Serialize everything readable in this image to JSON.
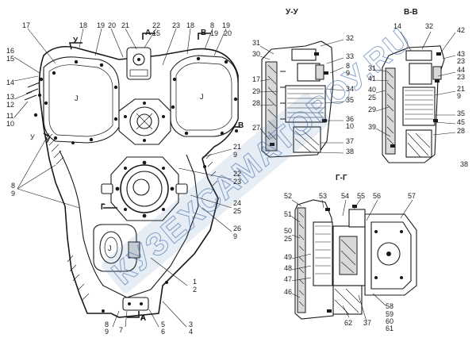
{
  "watermark": {
    "text": "КУЗЕХСАМАТОРОУ.RU",
    "color": "#3a6aa8"
  },
  "views": {
    "main": {
      "arrow_a": "А",
      "arrow_b": "В",
      "arrow_u": "У",
      "arrow_g": "Г"
    },
    "uu": {
      "title": "У-У"
    },
    "vv": {
      "title": "В-В"
    },
    "gg": {
      "title": "Г-Г"
    }
  },
  "callouts": {
    "main": [
      {
        "text": "17"
      },
      {
        "text": "18"
      },
      {
        "text": "19"
      },
      {
        "text": "20"
      },
      {
        "text": "21"
      },
      {
        "text": "22"
      },
      {
        "text": "15"
      },
      {
        "text": "23"
      },
      {
        "text": "18"
      },
      {
        "text": "8"
      },
      {
        "text": "19"
      },
      {
        "text": "19"
      },
      {
        "text": "20"
      },
      {
        "text": "16"
      },
      {
        "text": "15"
      },
      {
        "text": "14"
      },
      {
        "text": "13"
      },
      {
        "text": "12"
      },
      {
        "text": "11"
      },
      {
        "text": "10"
      },
      {
        "text": "У"
      },
      {
        "text": "8"
      },
      {
        "text": "9"
      },
      {
        "text": "21"
      },
      {
        "text": "9"
      },
      {
        "text": "22"
      },
      {
        "text": "23"
      },
      {
        "text": "24"
      },
      {
        "text": "25"
      },
      {
        "text": "26"
      },
      {
        "text": "9"
      },
      {
        "text": "1"
      },
      {
        "text": "2"
      },
      {
        "text": "8"
      },
      {
        "text": "9"
      },
      {
        "text": "7"
      },
      {
        "text": "5"
      },
      {
        "text": "6"
      },
      {
        "text": "3"
      },
      {
        "text": "4"
      },
      {
        "text": "Г"
      },
      {
        "text": "А"
      }
    ],
    "uu": [
      {
        "text": "31"
      },
      {
        "text": "30"
      },
      {
        "text": "32"
      },
      {
        "text": "33"
      },
      {
        "text": "8"
      },
      {
        "text": "9"
      },
      {
        "text": "17"
      },
      {
        "text": "34"
      },
      {
        "text": "29"
      },
      {
        "text": "35"
      },
      {
        "text": "28"
      },
      {
        "text": "36"
      },
      {
        "text": "10"
      },
      {
        "text": "27"
      },
      {
        "text": "37"
      },
      {
        "text": "38"
      }
    ],
    "vv": [
      {
        "text": "14"
      },
      {
        "text": "32"
      },
      {
        "text": "42"
      },
      {
        "text": "43"
      },
      {
        "text": "23"
      },
      {
        "text": "31"
      },
      {
        "text": "41"
      },
      {
        "text": "44"
      },
      {
        "text": "23"
      },
      {
        "text": "40"
      },
      {
        "text": "25"
      },
      {
        "text": "21"
      },
      {
        "text": "9"
      },
      {
        "text": "29"
      },
      {
        "text": "35"
      },
      {
        "text": "45"
      },
      {
        "text": "28"
      },
      {
        "text": "39"
      },
      {
        "text": "38"
      }
    ],
    "gg": [
      {
        "text": "52"
      },
      {
        "text": "53"
      },
      {
        "text": "54"
      },
      {
        "text": "55"
      },
      {
        "text": "56"
      },
      {
        "text": "57"
      },
      {
        "text": "51"
      },
      {
        "text": "50"
      },
      {
        "text": "25"
      },
      {
        "text": "49"
      },
      {
        "text": "48"
      },
      {
        "text": "47"
      },
      {
        "text": "46"
      },
      {
        "text": "62"
      },
      {
        "text": "37"
      },
      {
        "text": "58"
      },
      {
        "text": "59"
      },
      {
        "text": "60"
      },
      {
        "text": "61"
      }
    ]
  }
}
